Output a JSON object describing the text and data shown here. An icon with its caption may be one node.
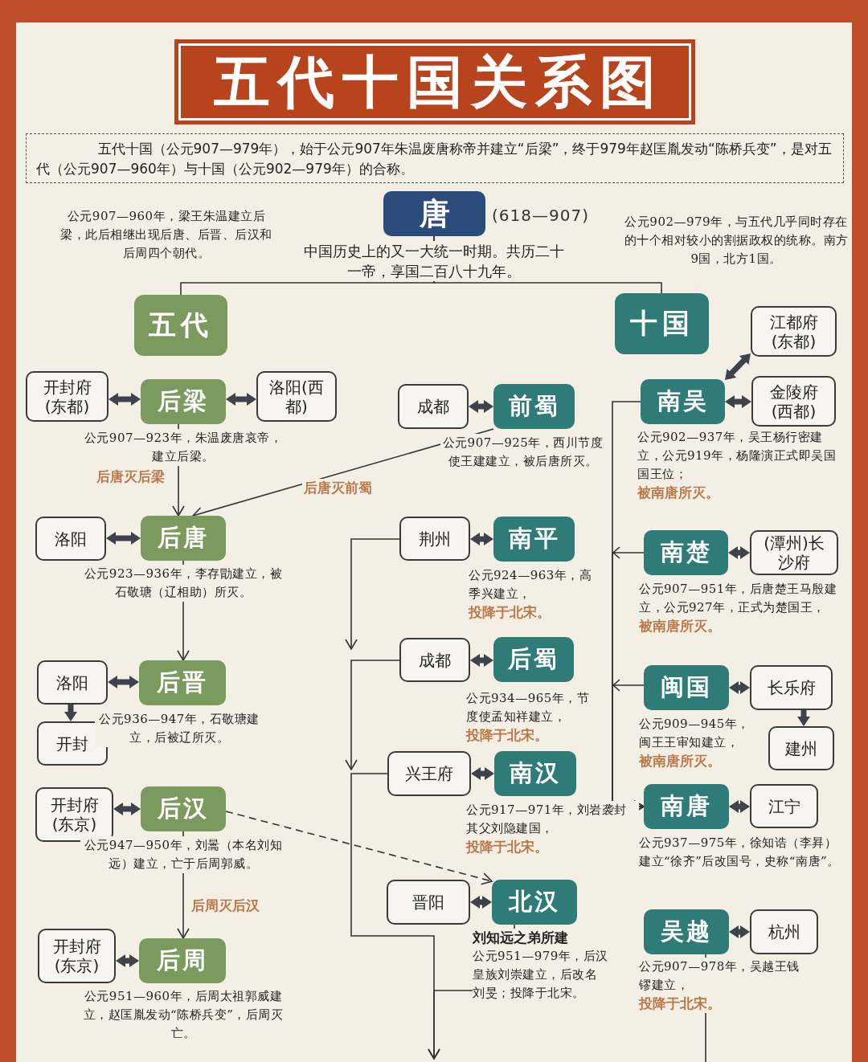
{
  "diagram": {
    "title": "五代十国关系图",
    "nodes": [
      {
        "text": [
          "唐"
        ],
        "beside": [
          "(618—907)",
          "中国历史上的又一大统一时期。共历二十一帝，享国二百八十九年。"
        ]
      },
      {
        "text": [
          "五代"
        ],
        "beside": [
          "公元907—960年，梁王朱温建立后梁，此后相继出现后唐、后晋、后汉和后周四个朝代。"
        ]
      },
      {
        "text": [
          "十国"
        ],
        "beside": [
          "公元902—979年，与五代几乎同时存在的十个相对较小的割据政权的统称。南方9国，北方1国。"
        ]
      },
      {
        "text": [
          "开封府(东都)"
        ]
      },
      {
        "text": [
          "后梁"
        ],
        "beside": [
          "公元907—923年，朱温废唐哀帝，建立后梁。"
        ]
      },
      {
        "text": [
          "洛阳(西都)"
        ]
      },
      {
        "text": [
          "成都"
        ]
      },
      {
        "text": [
          "前蜀"
        ],
        "beside": [
          "公元907—925年，西川节度使王建建立，被后唐所灭。"
        ]
      },
      {
        "text": [
          "洛阳"
        ]
      },
      {
        "text": [
          "后唐"
        ],
        "beside": [
          "公元923—936年，李存勖建立，被石敬瑭（辽相助）所灭。"
        ]
      },
      {
        "text": [
          "荆州"
        ]
      },
      {
        "text": [
          "南平"
        ],
        "beside": [
          "公元924—963年，高季兴建立，",
          "投降于北宋。"
        ]
      },
      {
        "text": [
          "洛阳"
        ]
      },
      {
        "text": [
          "后晋"
        ],
        "beside": [
          "公元936—947年，石敬瑭建立，后被辽所灭。"
        ]
      },
      {
        "text": [
          "开封"
        ]
      },
      {
        "text": [
          "成都"
        ]
      },
      {
        "text": [
          "后蜀"
        ],
        "beside": [
          "公元934—965年，节度使孟知祥建立，",
          "投降于北宋。"
        ]
      },
      {
        "text": [
          "兴王府"
        ]
      },
      {
        "text": [
          "南汉"
        ],
        "beside": [
          "公元917—971年，刘岩袭封其父刘隐建国，",
          "投降于北宋。"
        ]
      },
      {
        "text": [
          "开封府(东京)"
        ]
      },
      {
        "text": [
          "后汉"
        ],
        "beside": [
          "公元947—950年，刘暠（本名刘知远）建立，亡于后周郭威。"
        ]
      },
      {
        "text": [
          "晋阳"
        ]
      },
      {
        "text": [
          "北汉"
        ],
        "beside": [
          "刘知远之弟所建",
          "公元951—979年，后汉皇族刘崇建立，后改名刘旻；投降于北宋。"
        ]
      },
      {
        "text": [
          "开封府(东京)"
        ]
      },
      {
        "text": [
          "后周"
        ],
        "beside": [
          "公元951—960年，后周太祖郭威建立，赵匡胤发动“陈桥兵变”，后周灭亡。"
        ]
      },
      {
        "text": [
          "江都府(东都)"
        ]
      },
      {
        "text": [
          "南吴"
        ],
        "beside": [
          "公元902—937年，吴王杨行密建立，公元919年，杨隆演正式即吴国国王位；",
          "被南唐所灭。"
        ]
      },
      {
        "text": [
          "金陵府(西都)"
        ]
      },
      {
        "text": [
          "南楚"
        ],
        "beside": [
          "公元907—951年，后唐楚王马殷建立，公元927年，正式为楚国王，",
          "被南唐所灭。"
        ]
      },
      {
        "text": [
          "(潭州)长沙府"
        ]
      },
      {
        "text": [
          "闽国"
        ],
        "beside": [
          "公元909—945年，闽王王审知建立，",
          "被南唐所灭。"
        ]
      },
      {
        "text": [
          "长乐府"
        ]
      },
      {
        "text": [
          "建州"
        ]
      },
      {
        "text": [
          "南唐"
        ],
        "beside": [
          "公元937—975年，徐知诰（李昪）建立“徐齐”后改国号，史称“南唐”。"
        ]
      },
      {
        "text": [
          "江宁"
        ]
      },
      {
        "text": [
          "吴越"
        ],
        "beside": [
          "公元907—978年，吴越王钱镠建立，",
          "投降于北宋。"
        ]
      },
      {
        "text": [
          "杭州"
        ]
      }
    ],
    "edges": [
      {
        "from": 0,
        "to": 1,
        "arrow": "none"
      },
      {
        "from": 0,
        "to": 2,
        "arrow": "none"
      },
      {
        "from": 3,
        "to": 4,
        "arrow": "both"
      },
      {
        "from": 4,
        "to": 5,
        "arrow": "both"
      },
      {
        "from": 4,
        "to": 9,
        "arrow": "to",
        "label": "后唐灭后梁"
      },
      {
        "from": 7,
        "to": 9,
        "arrow": "to",
        "label": "后唐灭前蜀"
      },
      {
        "from": 6,
        "to": 7,
        "arrow": "both"
      },
      {
        "from": 8,
        "to": 9,
        "arrow": "both"
      },
      {
        "from": 10,
        "to": 11,
        "arrow": "both"
      },
      {
        "from": 9,
        "to": 13,
        "arrow": "to"
      },
      {
        "from": 12,
        "to": 13,
        "arrow": "both"
      },
      {
        "from": 12,
        "to": 14,
        "arrow": "to"
      },
      {
        "from": 15,
        "to": 16,
        "arrow": "both"
      },
      {
        "from": 17,
        "to": 18,
        "arrow": "both"
      },
      {
        "from": 19,
        "to": 20,
        "arrow": "both"
      },
      {
        "from": 20,
        "to": 22,
        "arrow": "to",
        "style": "dashed"
      },
      {
        "from": 20,
        "to": 24,
        "arrow": "to",
        "label": "后周灭后汉"
      },
      {
        "from": 21,
        "to": 22,
        "arrow": "both"
      },
      {
        "from": 23,
        "to": 24,
        "arrow": "both"
      },
      {
        "from": 10,
        "to": null,
        "arrow": "to"
      },
      {
        "from": 15,
        "to": null,
        "arrow": "to"
      },
      {
        "from": 17,
        "to": null,
        "arrow": "to"
      },
      {
        "from": 22,
        "to": null,
        "arrow": "to"
      },
      {
        "from": 25,
        "to": 26,
        "arrow": "both"
      },
      {
        "from": 26,
        "to": 27,
        "arrow": "both"
      },
      {
        "from": 26,
        "to": 33,
        "arrow": "to"
      },
      {
        "from": 28,
        "to": 33,
        "arrow": "to"
      },
      {
        "from": 28,
        "to": 29,
        "arrow": "both"
      },
      {
        "from": 30,
        "to": 33,
        "arrow": "to"
      },
      {
        "from": 30,
        "to": 31,
        "arrow": "both"
      },
      {
        "from": 31,
        "to": 32,
        "arrow": "to"
      },
      {
        "from": 33,
        "to": 34,
        "arrow": "both"
      },
      {
        "from": 35,
        "to": 36,
        "arrow": "both"
      },
      {
        "from": 35,
        "to": null,
        "arrow": "none"
      }
    ],
    "labels": [
      "五代十国（公元907—979年），始于公元907年朱温废唐称帝并建立“后梁”，终于979年赵匡胤发动“陈桥兵变”，是对五代（公元907—960年）与十国（公元902—979年）的合称。"
    ]
  }
}
